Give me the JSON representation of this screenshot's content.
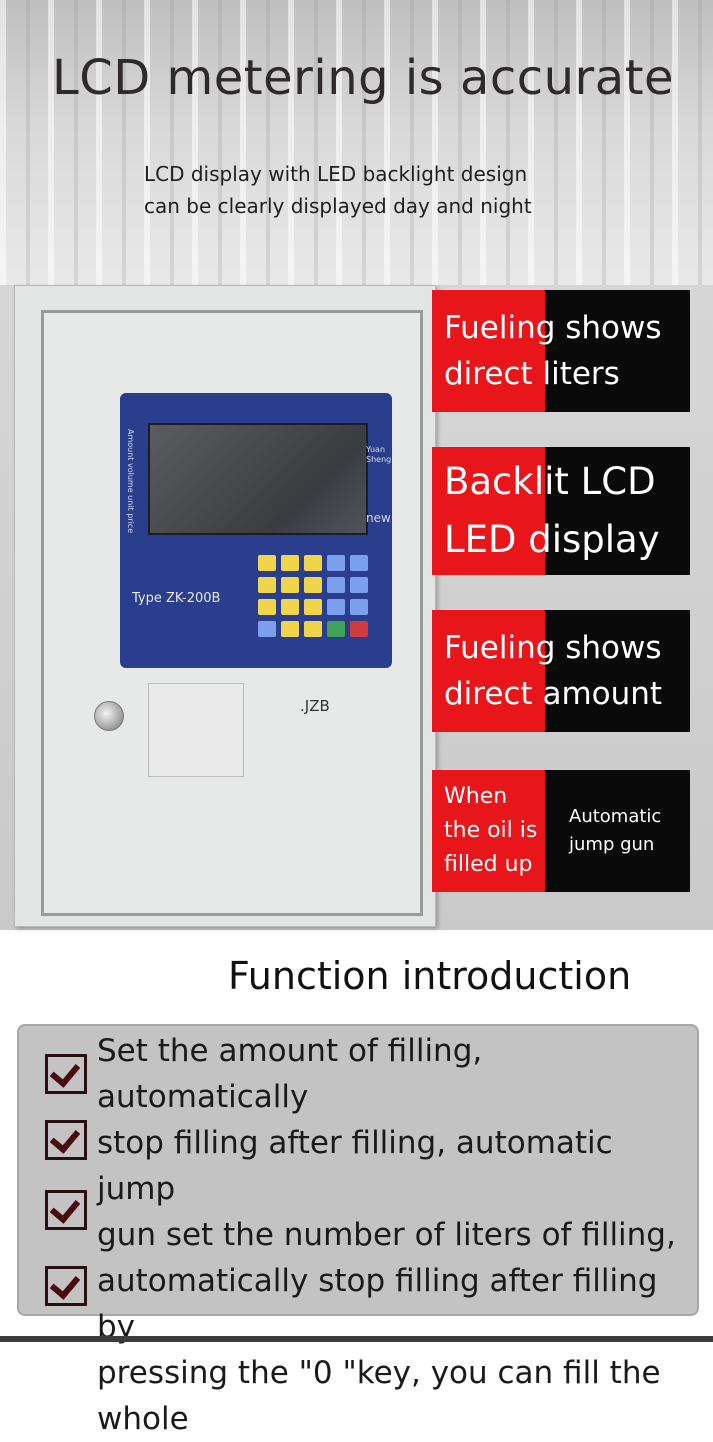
{
  "banner": {
    "headline": "LCD metering is accurate",
    "subtitle_line1": "LCD display with LED backlight design",
    "subtitle_line2": "can be clearly displayed day and night"
  },
  "device": {
    "side_text": "Amount volume unit price",
    "brand_line1": "Yuan",
    "brand_line2": "Sheng",
    "new_label": "new",
    "model": "Type ZK-200B",
    "door_mark": ".JZB"
  },
  "features": [
    {
      "line1": "Fueling shows",
      "line2": "direct liters"
    },
    {
      "line1": "Backlit LCD",
      "line2": "LED display"
    },
    {
      "line1": "Fueling shows",
      "line2": "direct amount"
    },
    {
      "line1": "When",
      "line2": "the oil is",
      "line3": "filled up",
      "right_line1": "Automatic",
      "right_line2": "jump gun"
    }
  ],
  "function": {
    "title": "Function introduction",
    "lines": [
      "Set the amount of filling, automatically",
      "stop filling after filling, automatic jump",
      "gun set the number of liters of filling,",
      "automatically stop filling after filling by",
      "pressing the \"0 \"key, you can fill the",
      "whole"
    ]
  },
  "colors": {
    "accent_red": "#e8151b",
    "panel_blue": "#2b3e8e",
    "black": "#0a0a0a"
  }
}
